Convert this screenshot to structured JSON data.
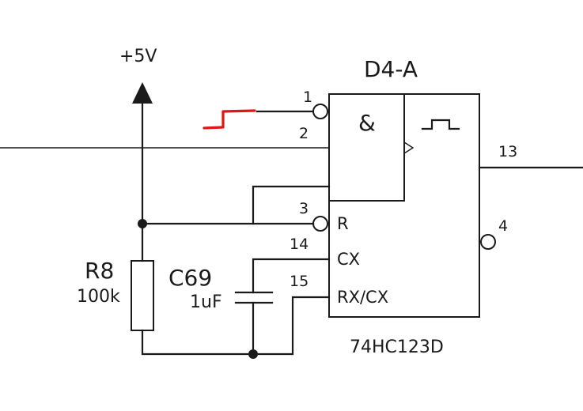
{
  "supply": {
    "label": "+5V"
  },
  "ic": {
    "designator": "D4-A",
    "part_number": "74HC123D",
    "and_symbol": "&",
    "pins": {
      "p1": "1",
      "p2": "2",
      "p3": "3",
      "p4": "4",
      "p13": "13",
      "p14": "14",
      "p15": "15"
    },
    "pin_names": {
      "reset": "R",
      "cx": "CX",
      "rxcx": "RX/CX"
    }
  },
  "resistor": {
    "ref": "R8",
    "value": "100k"
  },
  "capacitor": {
    "ref": "C69",
    "value": "1uF"
  },
  "colors": {
    "ink": "#1a1a1a",
    "annotation": "#e01515"
  }
}
